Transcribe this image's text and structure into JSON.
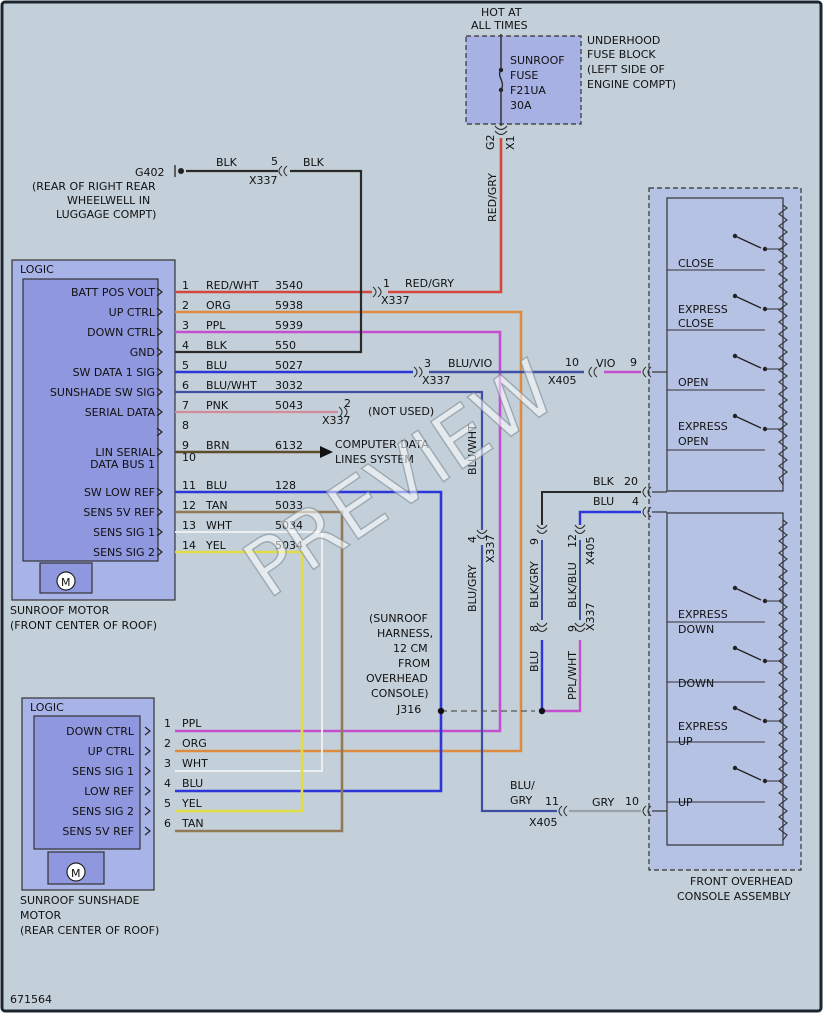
{
  "figure_id": "671564",
  "watermark": "PREVIEW",
  "colors": {
    "background": "#c3d0d9",
    "frame": "#1c2630",
    "module": "#8f97de",
    "console": "#b6c2e4",
    "red": "#d6463e",
    "orange": "#dd8b3f",
    "purple": "#c44fcf",
    "black": "#2a2a2a",
    "blue": "#2d36d9",
    "bluewht": "#3f4fa4",
    "pink": "#d58b9c",
    "brown": "#5e4c2c",
    "tan": "#927a56",
    "white": "#eceff1",
    "yellow": "#e1dc46",
    "gray": "#9aa2aa"
  },
  "fuse": {
    "hot": [
      "HOT AT",
      "ALL TIMES"
    ],
    "label": [
      "SUNROOF",
      "FUSE",
      "F21UA",
      "30A"
    ],
    "block": [
      "UNDERHOOD",
      "FUSE BLOCK",
      "(LEFT SIDE OF",
      "ENGINE COMPT)"
    ],
    "pin": "G2",
    "conn": "X1",
    "wire": "RED/GRY"
  },
  "ground": {
    "id": "G402",
    "desc": [
      "(REAR OF RIGHT REAR",
      "WHEELWELL IN",
      "LUGGAGE COMPT)"
    ],
    "wire_left": "BLK",
    "wire_right": "BLK",
    "pin": "5",
    "conn": "X337"
  },
  "motor": {
    "logic": "LOGIC",
    "name": [
      "SUNROOF MOTOR",
      "(FRONT CENTER OF ROOF)"
    ],
    "pins": [
      {
        "label": "BATT POS VOLT",
        "pin": "1",
        "color": "RED/WHT",
        "circuit": "3540"
      },
      {
        "label": "UP CTRL",
        "pin": "2",
        "color": "ORG",
        "circuit": "5938"
      },
      {
        "label": "DOWN CTRL",
        "pin": "3",
        "color": "PPL",
        "circuit": "5939"
      },
      {
        "label": "GND",
        "pin": "4",
        "color": "BLK",
        "circuit": "550"
      },
      {
        "label": "SW DATA 1 SIG",
        "pin": "5",
        "color": "BLU",
        "circuit": "5027"
      },
      {
        "label": "SUNSHADE SW SIG",
        "pin": "6",
        "color": "BLU/WHT",
        "circuit": "3032"
      },
      {
        "label": "SERIAL DATA",
        "pin": "7",
        "color": "PNK",
        "circuit": "5043"
      },
      {
        "label": "",
        "pin": "8",
        "color": "",
        "circuit": ""
      },
      {
        "label": "LIN SERIAL",
        "pin": "9",
        "color": "BRN",
        "circuit": "6132"
      },
      {
        "label": "DATA BUS 1",
        "pin": "10",
        "color": "",
        "circuit": ""
      },
      {
        "label": "SW LOW REF",
        "pin": "11",
        "color": "BLU",
        "circuit": "128"
      },
      {
        "label": "SENS 5V REF",
        "pin": "12",
        "color": "TAN",
        "circuit": "5033"
      },
      {
        "label": "SENS SIG 1",
        "pin": "13",
        "color": "WHT",
        "circuit": "5034"
      },
      {
        "label": "SENS SIG 2",
        "pin": "14",
        "color": "YEL",
        "circuit": "5034"
      }
    ]
  },
  "x337_inline": [
    {
      "pin": "1",
      "conn": "X337",
      "wire": "RED/GRY"
    },
    {
      "pin": "3",
      "conn": "X337",
      "wire": "BLU/VIO"
    },
    {
      "pin": "2",
      "conn": "X337",
      "note": "(NOT USED)"
    }
  ],
  "computer_data": [
    "COMPUTER DATA",
    "LINES SYSTEM"
  ],
  "harness": {
    "desc": [
      "(SUNROOF",
      "HARNESS,",
      "12 CM",
      "FROM",
      "OVERHEAD",
      "CONSOLE)"
    ],
    "splice": "J316"
  },
  "vertical_labels": {
    "bluwht": "BLU/WHT",
    "blugry": "BLU/GRY",
    "x337_4_pin": "4",
    "x337_4_conn": "X337",
    "blkgry": "BLK/GRY",
    "blkblu": "BLK/BLU",
    "x405_pin9": "9",
    "x405_pin12": "12",
    "x405_conn": "X405",
    "blu_lower": "BLU",
    "pplwht": "PPL/WHT",
    "x337_pin8": "8",
    "x337_pin9": "9",
    "x337_conn": "X337"
  },
  "x405": {
    "pin10": "10",
    "conn": "X405",
    "vio": "VIO",
    "pin9": "9",
    "blk_wire": "BLK",
    "blk_pin": "20",
    "blu_wire": "BLU",
    "blu_pin": "4",
    "blu_gry": [
      "BLU/",
      "GRY"
    ],
    "pin11": "11",
    "gry": "GRY",
    "gry_pin": "10"
  },
  "console": {
    "name": [
      "FRONT OVERHEAD",
      "CONSOLE ASSEMBLY"
    ],
    "upper": [
      [
        "CLOSE"
      ],
      [
        "EXPRESS",
        "CLOSE"
      ],
      [
        "OPEN"
      ],
      [
        "EXPRESS",
        "OPEN"
      ]
    ],
    "lower": [
      [
        "EXPRESS",
        "DOWN"
      ],
      [
        "DOWN"
      ],
      [
        "EXPRESS",
        "UP"
      ],
      [
        "UP"
      ]
    ]
  },
  "sunshade": {
    "logic": "LOGIC",
    "name": [
      "SUNROOF SUNSHADE",
      "MOTOR",
      "(REAR CENTER OF ROOF)"
    ],
    "pins": [
      {
        "label": "DOWN CTRL",
        "pin": "1",
        "color": "PPL"
      },
      {
        "label": "UP CTRL",
        "pin": "2",
        "color": "ORG"
      },
      {
        "label": "SENS SIG 1",
        "pin": "3",
        "color": "WHT"
      },
      {
        "label": "LOW REF",
        "pin": "4",
        "color": "BLU"
      },
      {
        "label": "SENS SIG 2",
        "pin": "5",
        "color": "YEL"
      },
      {
        "label": "SENS 5V REF",
        "pin": "6",
        "color": "TAN"
      }
    ]
  }
}
